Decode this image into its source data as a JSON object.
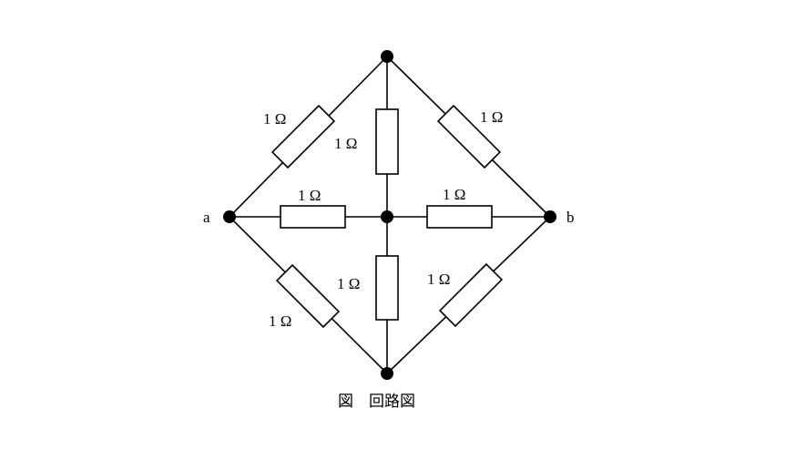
{
  "diagram": {
    "terminals": {
      "a": "a",
      "b": "b"
    },
    "resistors": [
      {
        "id": "r-top-left",
        "label": "1 Ω"
      },
      {
        "id": "r-top-vertical",
        "label": "1 Ω"
      },
      {
        "id": "r-top-right",
        "label": "1 Ω"
      },
      {
        "id": "r-mid-left",
        "label": "1 Ω"
      },
      {
        "id": "r-mid-right",
        "label": "1 Ω"
      },
      {
        "id": "r-bottom-vertical",
        "label": "1 Ω"
      },
      {
        "id": "r-bottom-left",
        "label": "1 Ω"
      },
      {
        "id": "r-bottom-right",
        "label": "1 Ω"
      }
    ],
    "caption": "図　回路図"
  }
}
